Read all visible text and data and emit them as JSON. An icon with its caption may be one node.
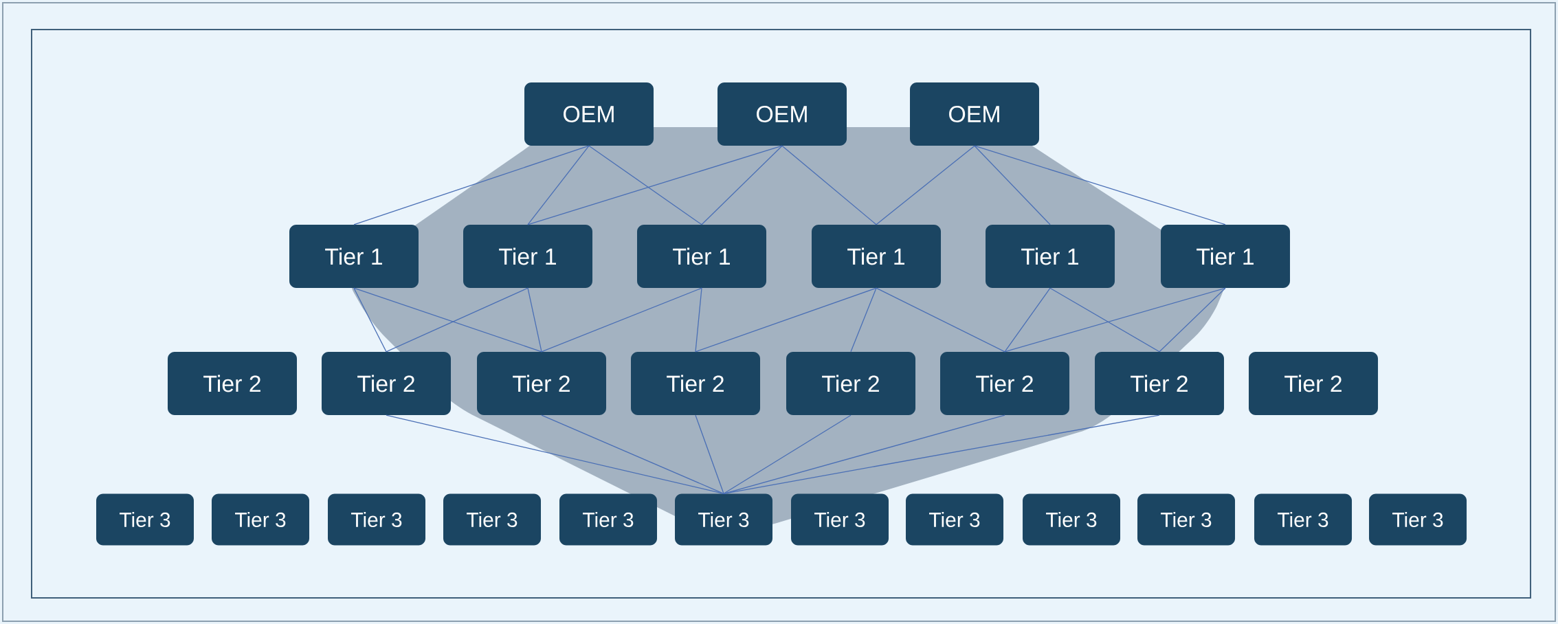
{
  "diagram": {
    "nodes": [
      {
        "text": [
          "OEM"
        ]
      },
      {
        "text": [
          "OEM"
        ]
      },
      {
        "text": [
          "OEM"
        ]
      },
      {
        "text": [
          "Tier 1"
        ]
      },
      {
        "text": [
          "Tier 1"
        ]
      },
      {
        "text": [
          "Tier 1"
        ]
      },
      {
        "text": [
          "Tier 1"
        ]
      },
      {
        "text": [
          "Tier 1"
        ]
      },
      {
        "text": [
          "Tier 1"
        ]
      },
      {
        "text": [
          "Tier 2"
        ]
      },
      {
        "text": [
          "Tier 2"
        ]
      },
      {
        "text": [
          "Tier 2"
        ]
      },
      {
        "text": [
          "Tier 2"
        ]
      },
      {
        "text": [
          "Tier 2"
        ]
      },
      {
        "text": [
          "Tier 2"
        ]
      },
      {
        "text": [
          "Tier 2"
        ]
      },
      {
        "text": [
          "Tier 2"
        ]
      },
      {
        "text": [
          "Tier 3"
        ]
      },
      {
        "text": [
          "Tier 3"
        ]
      },
      {
        "text": [
          "Tier 3"
        ]
      },
      {
        "text": [
          "Tier 3"
        ]
      },
      {
        "text": [
          "Tier 3"
        ]
      },
      {
        "text": [
          "Tier 3"
        ]
      },
      {
        "text": [
          "Tier 3"
        ]
      },
      {
        "text": [
          "Tier 3"
        ]
      },
      {
        "text": [
          "Tier 3"
        ]
      },
      {
        "text": [
          "Tier 3"
        ]
      },
      {
        "text": [
          "Tier 3"
        ]
      },
      {
        "text": [
          "Tier 3"
        ]
      }
    ],
    "edges": [
      {
        "from": 0,
        "to": 3,
        "arrow": "none"
      },
      {
        "from": 0,
        "to": 4,
        "arrow": "none"
      },
      {
        "from": 0,
        "to": 5,
        "arrow": "none"
      },
      {
        "from": 1,
        "to": 4,
        "arrow": "none"
      },
      {
        "from": 1,
        "to": 5,
        "arrow": "none"
      },
      {
        "from": 1,
        "to": 6,
        "arrow": "none"
      },
      {
        "from": 2,
        "to": 6,
        "arrow": "none"
      },
      {
        "from": 2,
        "to": 7,
        "arrow": "none"
      },
      {
        "from": 2,
        "to": 8,
        "arrow": "none"
      },
      {
        "from": 3,
        "to": 10,
        "arrow": "none"
      },
      {
        "from": 3,
        "to": 11,
        "arrow": "none"
      },
      {
        "from": 4,
        "to": 10,
        "arrow": "none"
      },
      {
        "from": 4,
        "to": 11,
        "arrow": "none"
      },
      {
        "from": 5,
        "to": 11,
        "arrow": "none"
      },
      {
        "from": 5,
        "to": 12,
        "arrow": "none"
      },
      {
        "from": 6,
        "to": 12,
        "arrow": "none"
      },
      {
        "from": 6,
        "to": 13,
        "arrow": "none"
      },
      {
        "from": 6,
        "to": 14,
        "arrow": "none"
      },
      {
        "from": 7,
        "to": 14,
        "arrow": "none"
      },
      {
        "from": 7,
        "to": 15,
        "arrow": "none"
      },
      {
        "from": 8,
        "to": 14,
        "arrow": "none"
      },
      {
        "from": 8,
        "to": 15,
        "arrow": "none"
      },
      {
        "from": 10,
        "to": 22,
        "arrow": "none"
      },
      {
        "from": 11,
        "to": 22,
        "arrow": "none"
      },
      {
        "from": 12,
        "to": 22,
        "arrow": "none"
      },
      {
        "from": 13,
        "to": 22,
        "arrow": "none"
      },
      {
        "from": 14,
        "to": 22,
        "arrow": "none"
      },
      {
        "from": 15,
        "to": 22,
        "arrow": "none"
      }
    ]
  }
}
